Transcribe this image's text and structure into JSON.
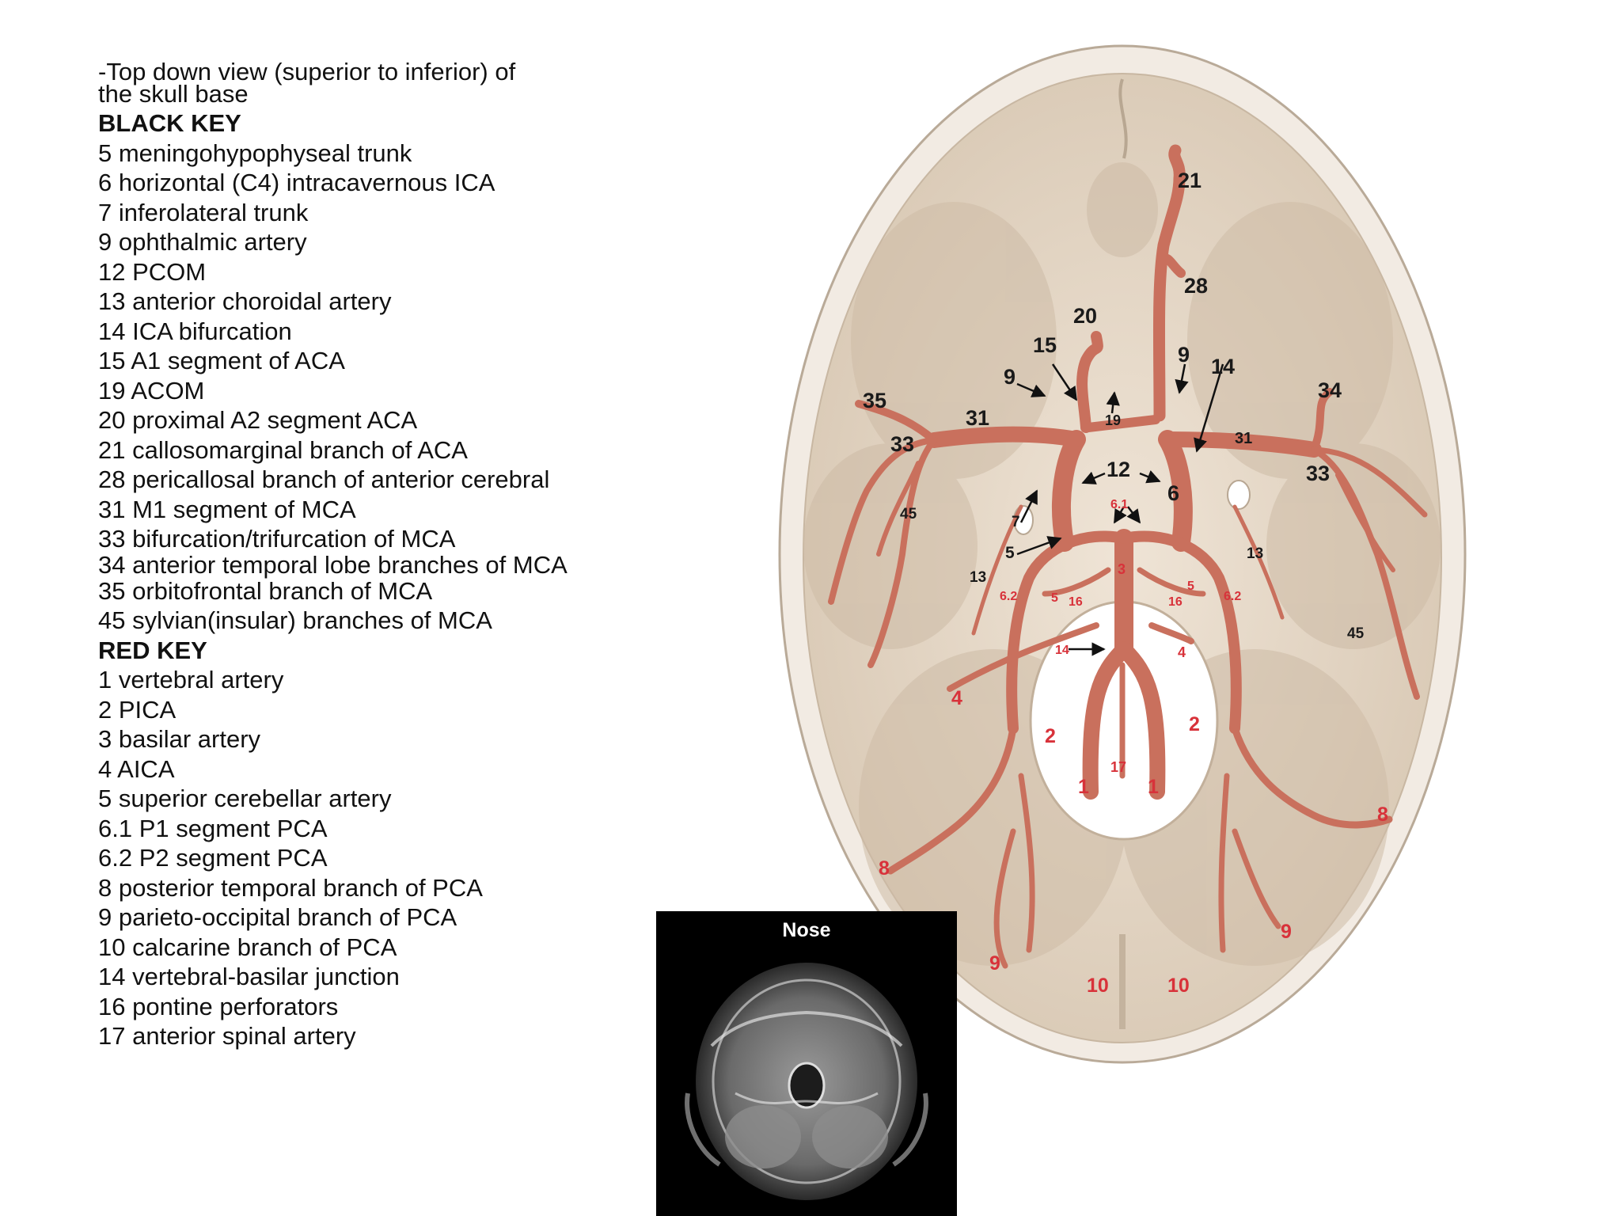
{
  "caption": {
    "line1": "-Top down view (superior to inferior) of",
    "line2": "the skull base"
  },
  "black_key": {
    "title": "BLACK KEY",
    "items": [
      "5 meningohypophyseal trunk",
      "6 horizontal (C4) intracavernous ICA",
      "7 inferolateral trunk",
      "9 ophthalmic artery",
      "12 PCOM",
      "13 anterior choroidal artery",
      "14 ICA bifurcation",
      "15 A1 segment of ACA",
      "19 ACOM",
      "20 proximal A2 segment ACA",
      "21 callosomarginal branch of ACA",
      "28 pericallosal branch of anterior cerebral",
      "31 M1 segment of MCA",
      "33 bifurcation/trifurcation of MCA",
      "34 anterior temporal lobe branches of MCA",
      "35 orbitofrontal branch of MCA",
      "45 sylvian(insular) branches of MCA"
    ]
  },
  "red_key": {
    "title": "RED KEY",
    "items": [
      "1 vertebral artery",
      "2 PICA",
      "3 basilar artery",
      "4 AICA",
      "5 superior cerebellar artery",
      "6.1 P1 segment PCA",
      "6.2 P2 segment PCA",
      "8 posterior temporal branch of PCA",
      "9 parieto-occipital branch of PCA",
      "10 calcarine branch of PCA",
      "14 vertebral-basilar junction",
      "16 pontine perforators",
      "17 anterior spinal artery"
    ]
  },
  "diagram_labels": {
    "black": [
      "21",
      "28",
      "20",
      "15",
      "9",
      "9",
      "14",
      "34",
      "35",
      "31",
      "19",
      "31",
      "33",
      "33",
      "12",
      "6",
      "45",
      "7",
      "5",
      "13",
      "13",
      "45"
    ],
    "red": [
      "6.1",
      "3",
      "6.2",
      "5",
      "16",
      "16",
      "5",
      "6.2",
      "14",
      "4",
      "4",
      "2",
      "2",
      "17",
      "1",
      "1",
      "8",
      "8",
      "9",
      "9",
      "10",
      "10"
    ]
  },
  "inset": {
    "label": "Nose"
  },
  "colors": {
    "black_label": "#1a1a1a",
    "red_label": "#d8323a",
    "artery": "#c9705d",
    "bone": "#ecdfd0"
  }
}
